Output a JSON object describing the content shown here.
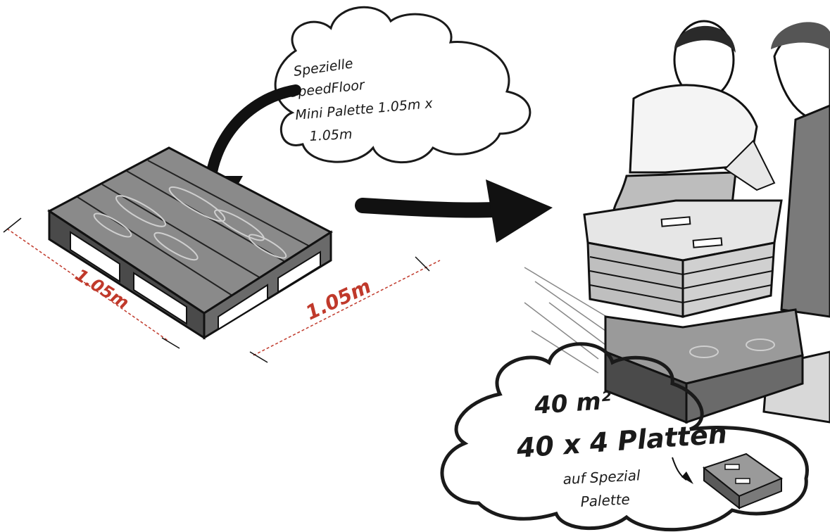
{
  "sketch": {
    "cloud_top": {
      "line1": "Spezielle",
      "line2": "SpeedFloor",
      "line3": "Mini Palette 1.05m x",
      "line4": "1.05m"
    },
    "dimension_left": "1.05m",
    "dimension_right": "1.05m",
    "cloud_bottom": {
      "line1": "40 m²",
      "line2": "40 x 4 Platten",
      "line3": "auf Spezial",
      "line4": "Palette"
    }
  },
  "colors": {
    "ink": "#1a1a1a",
    "red_dimension": "#c0392b",
    "wood_dark": "#4a4a4a",
    "wood_mid": "#8a8a8a",
    "wood_light": "#cfcfcf"
  }
}
